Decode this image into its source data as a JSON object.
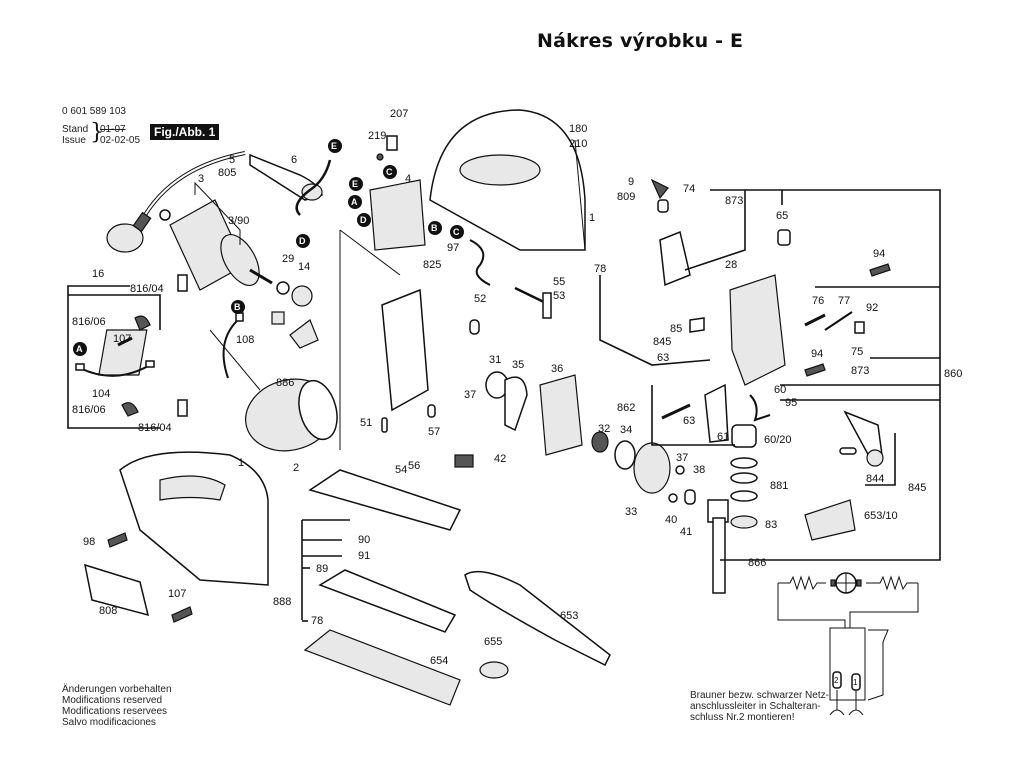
{
  "header": {
    "title": "Nákres výrobku - E",
    "part_number": "0 601 589 103",
    "stand_label": "Stand",
    "issue_label": "Issue",
    "stand_date": "01-07",
    "issue_date": "02-02-05",
    "figure_label": "Fig./Abb. 1"
  },
  "footer_notes": [
    "Änderungen vorbehalten",
    "Modifications reserved",
    "Modifications reservees",
    "Salvo modificaciones"
  ],
  "wiring_note": [
    "Brauner bezw. schwarzer Netz-",
    "anschlussleiter in Schalteran-",
    "schluss Nr.2 montieren!"
  ],
  "wiring_diagram": {
    "terminal_labels": [
      "2",
      "1"
    ]
  },
  "callouts": [
    "A",
    "B",
    "C",
    "D",
    "E"
  ],
  "part_labels": [
    "6",
    "5",
    "805",
    "3",
    "3/90",
    "16",
    "816/04",
    "816/06",
    "107",
    "104",
    "816/06",
    "816/04",
    "108",
    "29",
    "14",
    "886",
    "2",
    "207",
    "219",
    "4",
    "825",
    "97",
    "55",
    "53",
    "52",
    "31",
    "35",
    "36",
    "37",
    "51",
    "57",
    "54",
    "56",
    "42",
    "180",
    "210",
    "9",
    "809",
    "1",
    "74",
    "873",
    "65",
    "94",
    "78",
    "28",
    "76",
    "77",
    "92",
    "85",
    "845",
    "63",
    "94",
    "75",
    "873",
    "860",
    "862",
    "63",
    "61",
    "60",
    "95",
    "60/20",
    "32",
    "34",
    "37",
    "38",
    "881",
    "33",
    "40",
    "41",
    "83",
    "866",
    "844",
    "845",
    "653/10",
    "1",
    "98",
    "808",
    "107",
    "90",
    "91",
    "89",
    "888",
    "78",
    "653",
    "655",
    "654"
  ]
}
